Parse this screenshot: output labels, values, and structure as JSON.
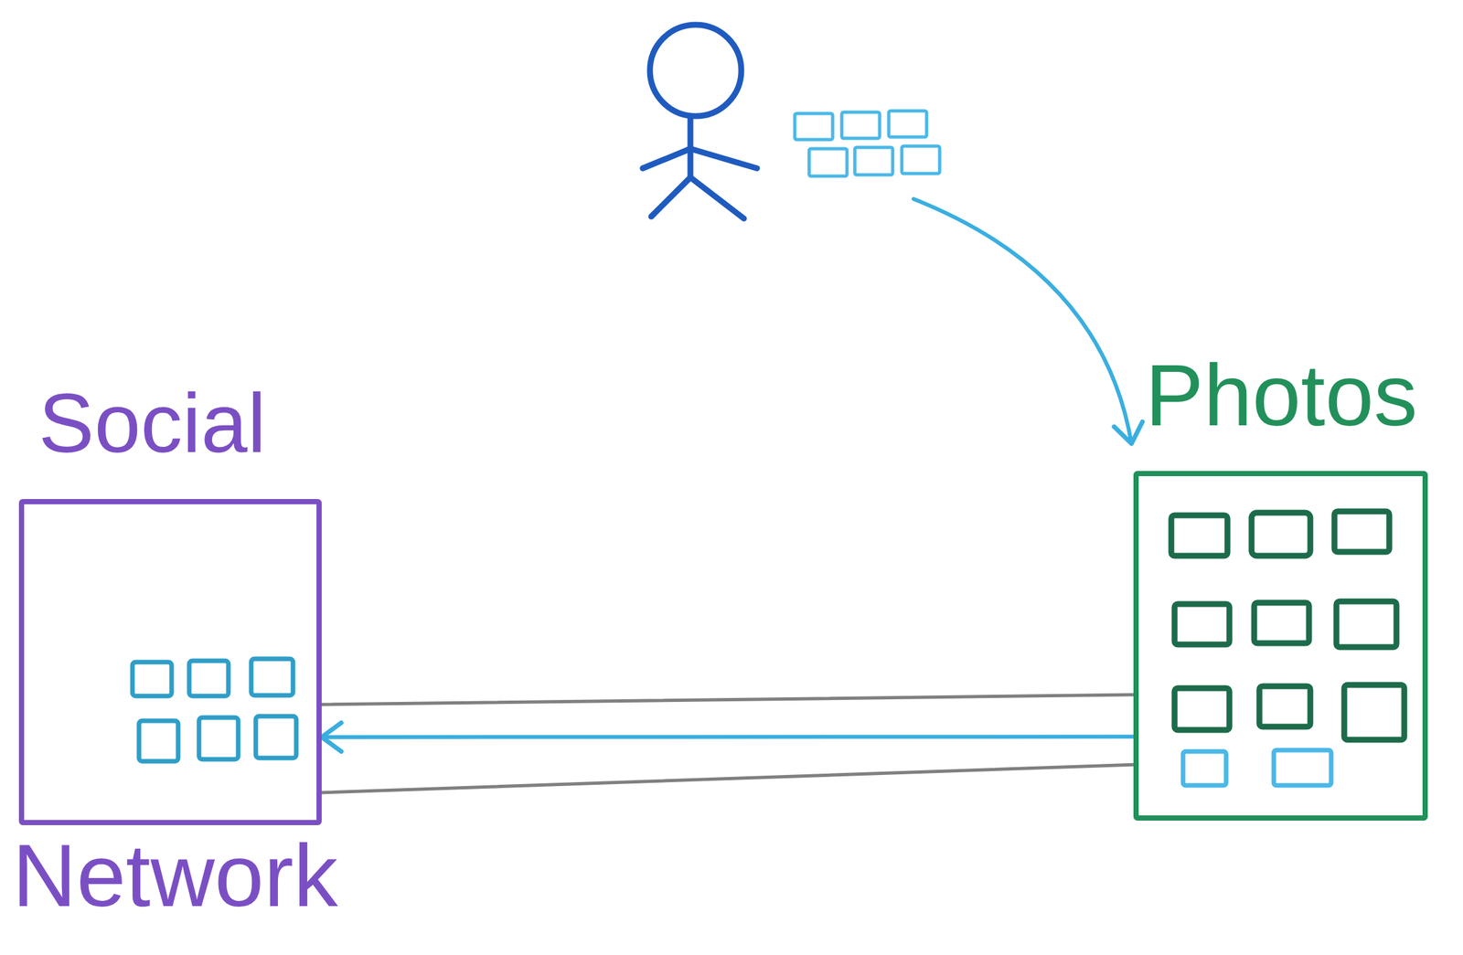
{
  "diagram": {
    "nodes": [
      {
        "text": [
          "Social",
          "Network"
        ]
      },
      {
        "text": [
          "Photos"
        ]
      }
    ],
    "edges": [
      {
        "from": 1,
        "to": 0,
        "arrow": "none"
      },
      {
        "from": 1,
        "to": 0,
        "arrow": "to"
      },
      {
        "from": 1,
        "to": 0,
        "arrow": "none"
      }
    ]
  }
}
